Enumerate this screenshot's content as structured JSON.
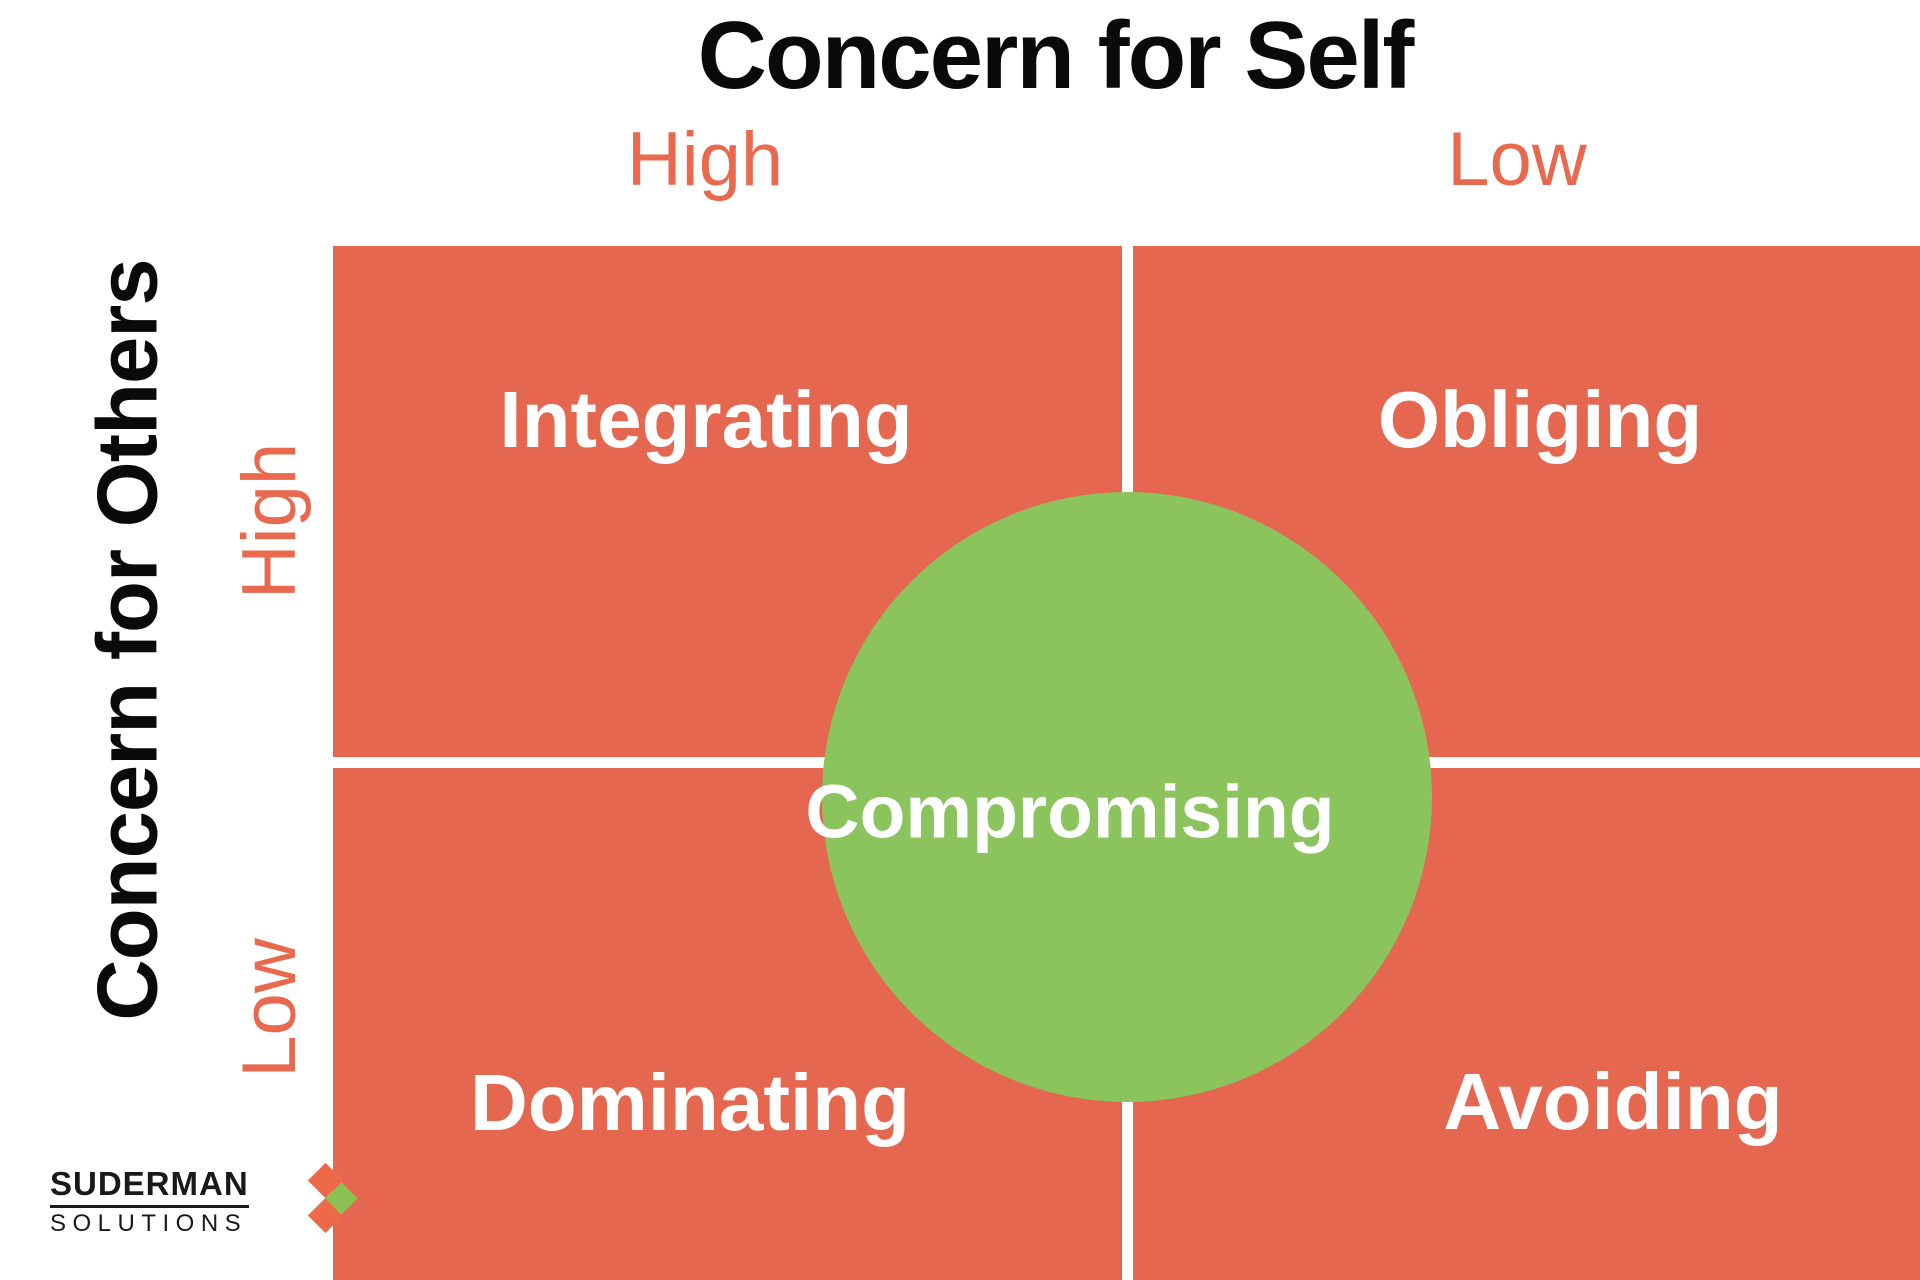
{
  "diagram": {
    "type": "2x2-matrix",
    "subject": "Rahim conflict management styles",
    "colors": {
      "quadrant_orange": "#e5674f",
      "accent_orange_text": "#e8694e",
      "circle_green": "#8bc45c",
      "axis_text_black": "#0a0a0a",
      "label_white": "#ffffff"
    },
    "x_axis": {
      "title": "Concern for Self",
      "left_label": "High",
      "right_label": "Low"
    },
    "y_axis": {
      "title": "Concern for Others",
      "top_label": "High",
      "bottom_label": "Low"
    },
    "quadrants": {
      "top_left": {
        "label": "Integrating",
        "self": "High",
        "others": "High"
      },
      "top_right": {
        "label": "Obliging",
        "self": "Low",
        "others": "High"
      },
      "bottom_left": {
        "label": "Dominating",
        "self": "High",
        "others": "Low"
      },
      "bottom_right": {
        "label": "Avoiding",
        "self": "Low",
        "others": "Low"
      }
    },
    "center": {
      "label": "Compromising"
    }
  },
  "logo": {
    "line1": "SUDERMAN",
    "line2": "SOLUTIONS"
  }
}
